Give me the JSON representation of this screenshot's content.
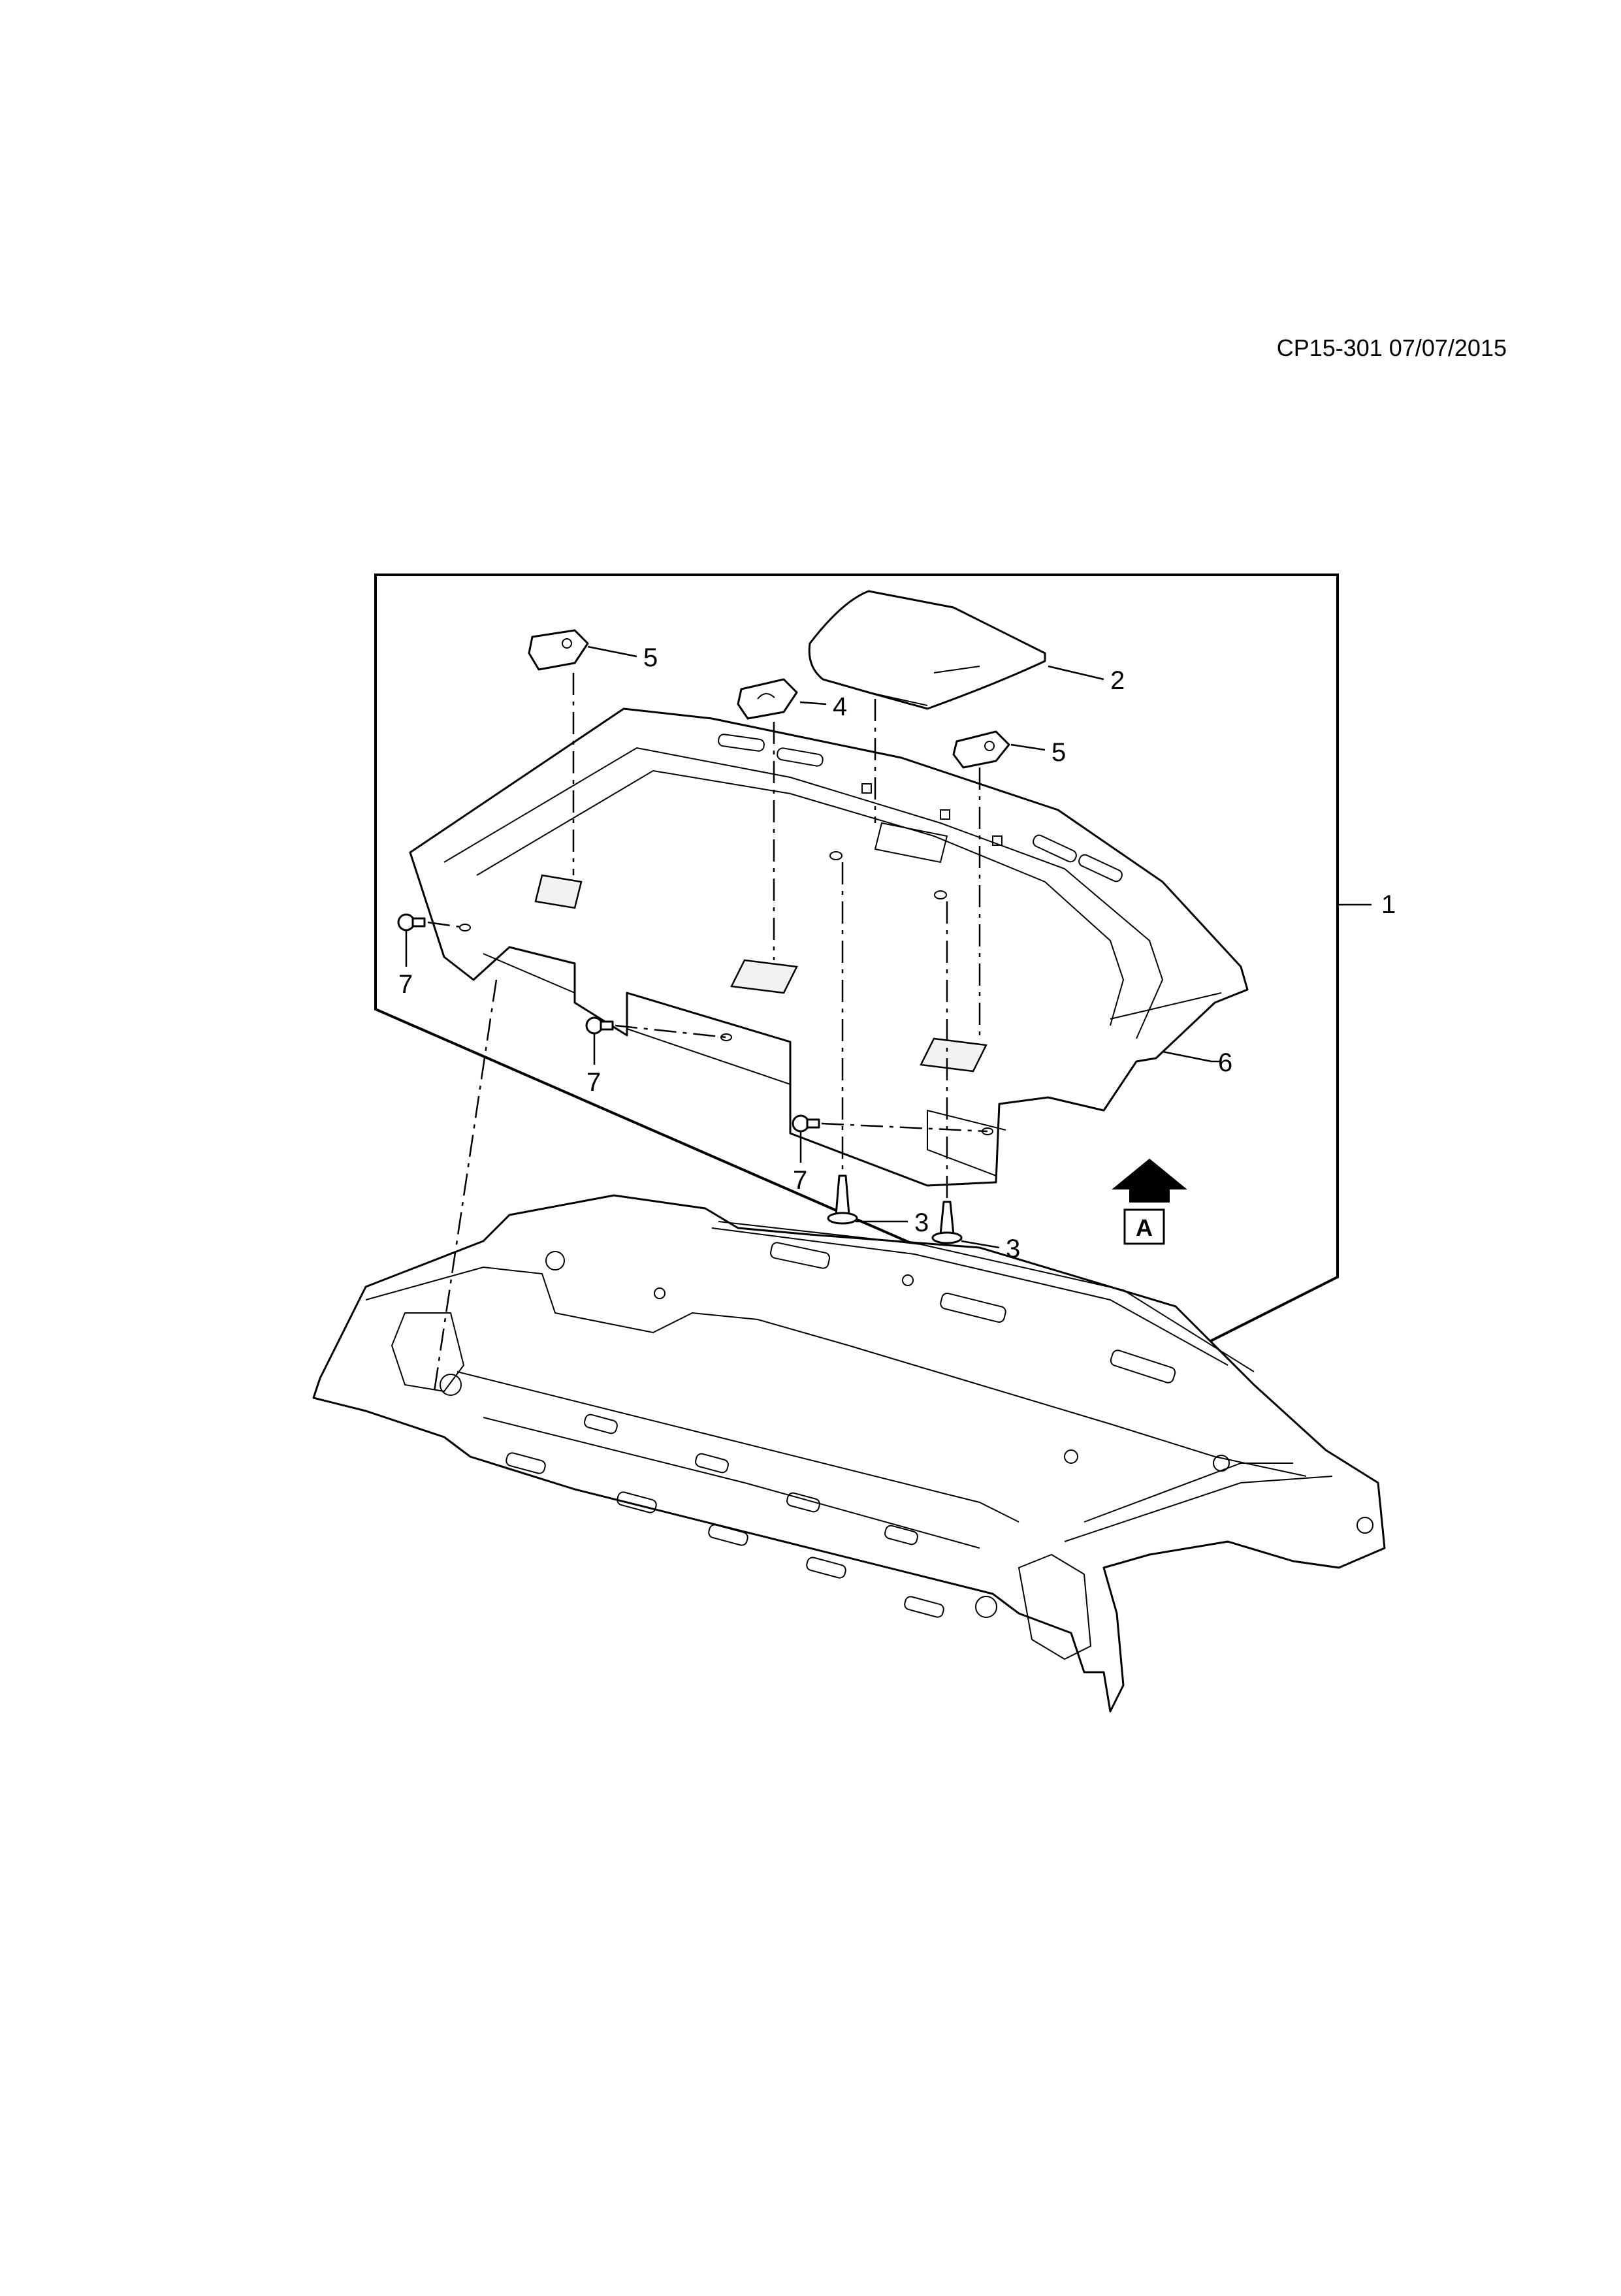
{
  "header": {
    "reference": "CP15-301 07/07/2015"
  },
  "callouts": {
    "c1": "1",
    "c2": "2",
    "c3a": "3",
    "c3b": "3",
    "c4": "4",
    "c5a": "5",
    "c5b": "5",
    "c6": "6",
    "c7a": "7",
    "c7b": "7",
    "c7c": "7"
  },
  "view_marker": {
    "label": "A"
  }
}
